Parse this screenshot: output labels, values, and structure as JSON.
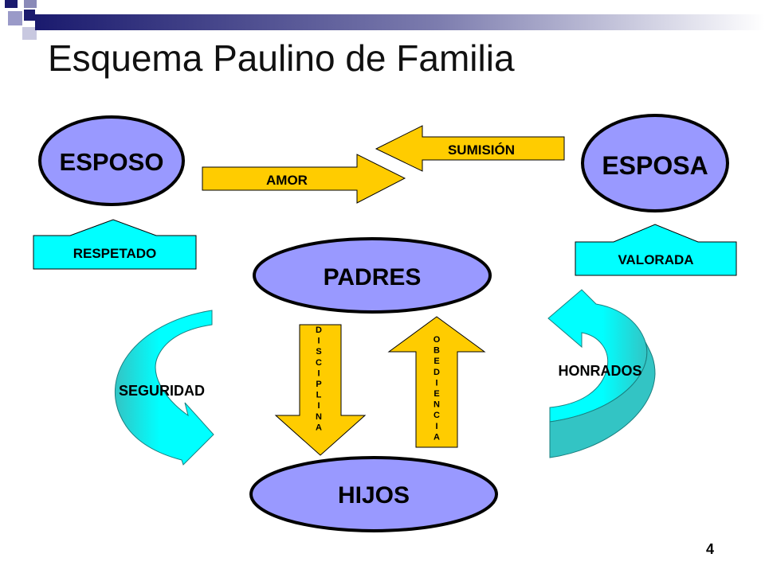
{
  "slide": {
    "title": "Esquema Paulino de Familia",
    "page_number": "4"
  },
  "nodes": {
    "esposo": "ESPOSO",
    "esposa": "ESPOSA",
    "padres": "PADRES",
    "hijos": "HIJOS"
  },
  "arrows": {
    "amor": "AMOR",
    "sumision": "SUMISIÓN",
    "respetado": "RESPETADO",
    "valorada": "VALORADA",
    "disciplina": [
      "D",
      "I",
      "S",
      "C",
      "I",
      "P",
      "L",
      "I",
      "N",
      "A"
    ],
    "obediencia": [
      "O",
      "B",
      "E",
      "D",
      "I",
      "E",
      "N",
      "C",
      "I",
      "A"
    ],
    "seguridad": "SEGURIDAD",
    "honrados": "HONRADOS"
  },
  "colors": {
    "ellipse_fill": "#9999ff",
    "arrow_orange": "#ffcc00",
    "arrow_cyan": "#00ffff",
    "cyan_dark": "#33c4c4",
    "header_navy": "#1a1a6e"
  }
}
